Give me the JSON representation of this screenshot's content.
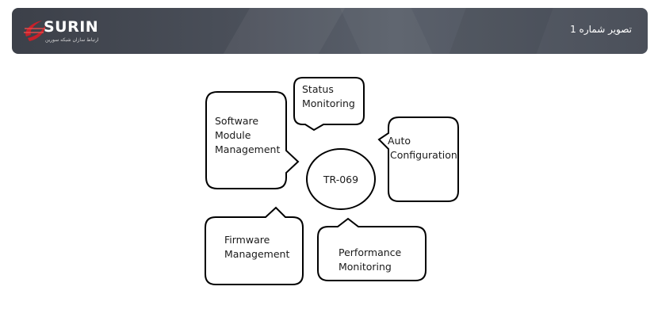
{
  "header": {
    "title": "تصویر شماره 1",
    "logo_text": "SURIN",
    "logo_subtitle": "ارتباط سازان شبکه سورین"
  },
  "diagram": {
    "center": "TR-069",
    "nodes": [
      {
        "id": "software",
        "lines": [
          "Software",
          "Module",
          "Management"
        ]
      },
      {
        "id": "status",
        "lines": [
          "Status",
          "Monitoring"
        ]
      },
      {
        "id": "auto",
        "lines": [
          "Auto",
          "Configuration"
        ]
      },
      {
        "id": "firmware",
        "lines": [
          "Firmware",
          "Management"
        ]
      },
      {
        "id": "performance",
        "lines": [
          "Performance",
          "Monitoring"
        ]
      }
    ]
  },
  "colors": {
    "header_bg": "#4a4f59",
    "logo_red": "#c8202a",
    "stroke": "#000000"
  }
}
